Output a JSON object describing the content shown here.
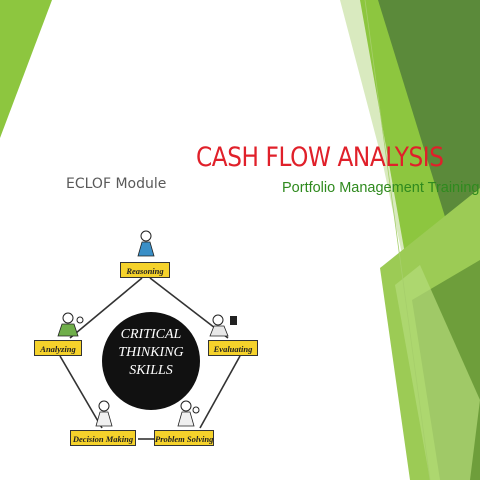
{
  "slide": {
    "module_label": "ECLOF Module",
    "title": "CASH FLOW ANALYSIS",
    "subtitle": "Portfolio Management Training"
  },
  "diagram": {
    "center_lines": [
      "CRITICAL",
      "THINKING",
      "SKILLS"
    ],
    "nodes": {
      "reasoning": "Reasoning",
      "evaluating": "Evaluating",
      "analyzing": "Analyzing",
      "decision_making": "Decision Making",
      "problem_solving": "Problem Solving"
    }
  },
  "colors": {
    "accent_green": "#8dc63f",
    "dark_green": "#5b8a3a",
    "title_red": "#e0202a",
    "subtitle_green": "#2f8a1e",
    "node_yellow": "#f5d22b"
  }
}
